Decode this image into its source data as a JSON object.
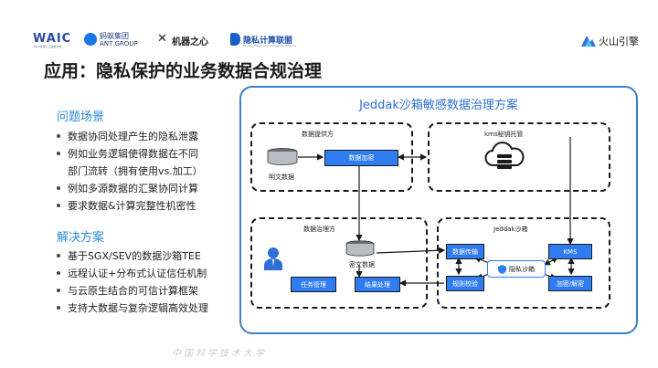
{
  "header": {
    "waic": "WAIC",
    "waic_sub": "2022世界人工智能大会",
    "ant_cn": "蚂蚁集团",
    "ant_en": "ANT GROUP",
    "jiqi": "机器之心",
    "privacy_alliance": "隐私计算联盟",
    "privacy_alliance_sub": "Privacy-Preserving Computing Alliance",
    "volc": "火山引擎"
  },
  "page_title": "应用：隐私保护的业务数据合规治理",
  "problem": {
    "title": "问题场景",
    "items": [
      "数据协同处理产生的隐私泄露",
      "例如业务逻辑使得数据在不同",
      "部门流转（拥有使用vs.加工）",
      "例如多源数据的汇聚协同计算",
      "要求数据&计算完整性机密性"
    ]
  },
  "solution": {
    "title": "解决方案",
    "items": [
      "基于SGX/SEV的数据沙箱TEE",
      "远程认证+分布式认证信任机制",
      "与云原生结合的可信计算框架",
      "支持大数据与复杂逻辑高效处理"
    ]
  },
  "diagram": {
    "title": "Jeddak沙箱敏感数据治理方案",
    "provider_label": "数据提供方",
    "plain_data": "明文数据",
    "encrypt": "数据加密",
    "kms_label": "kms秘钥托管",
    "governance_label": "数据治理方",
    "cipher_data": "密文数据",
    "task_mgmt": "任务管理",
    "result_proc": "结果处理",
    "jeddak_label": "Jeddak沙箱",
    "data_transfer": "数据传输",
    "kms": "KMS",
    "privacy_sandbox": "隐私沙箱",
    "rule_check": "规则校验",
    "enc_dec": "加密/解密"
  },
  "footer": "中国科学技术大学",
  "colors": {
    "accent": "#2f7cf0",
    "panel_border": "#3a7fc7",
    "section_title": "#2a8ad8"
  }
}
